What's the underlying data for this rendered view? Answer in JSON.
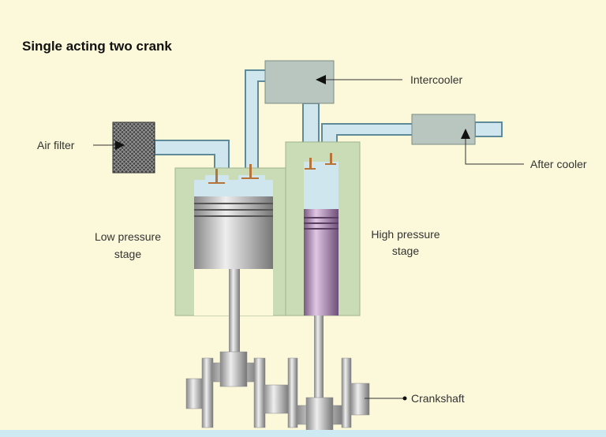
{
  "title": "Single acting two crank",
  "labels": {
    "intercooler": "Intercooler",
    "air_filter": "Air filter",
    "after_cooler": "After cooler",
    "low_pressure": [
      "Low pressure",
      "stage"
    ],
    "high_pressure": [
      "High pressure",
      "stage"
    ],
    "crankshaft": "Crankshaft"
  },
  "colors": {
    "background": "#fbf9da",
    "cylinder": "#c9dcb6",
    "air": "#cfe6ee",
    "pipe_border": "#5f8a98",
    "intercooler": "#b9c6c0",
    "hp_piston": "#a07aa8",
    "valve": "#b4743a"
  }
}
